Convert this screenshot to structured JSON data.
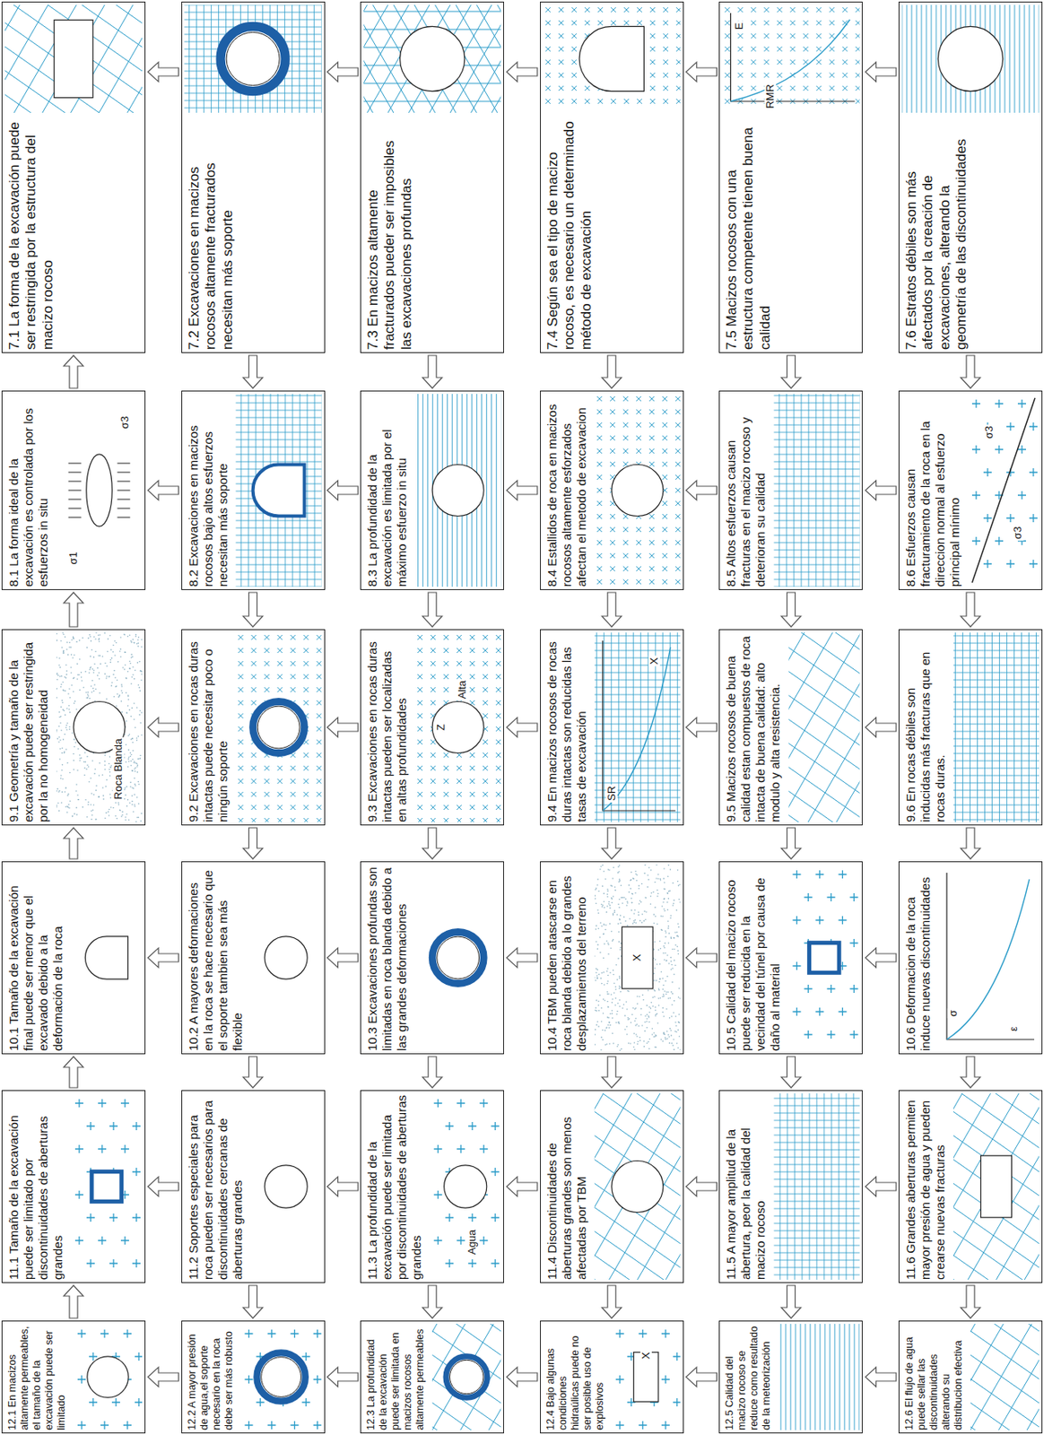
{
  "diagram": {
    "nodes": [
      {
        "text": [
          "7.1 La forma de la excavación puede ser restringida por la estructura del macizo rocoso"
        ]
      },
      {
        "text": [
          "7.2 Excavaciones en macizos rocosos altamente fracturados necesitan más soporte"
        ]
      },
      {
        "text": [
          "7.3 En macizos altamente fracturados pueder ser imposibles las excavaciones profundas"
        ]
      },
      {
        "text": [
          "7.4 Según sea el tipo de macizo rocoso, es necesario un determinado método de excavación"
        ]
      },
      {
        "text": [
          "7.5 Macizos rocosos con una estructura competente tienen buena calidad"
        ]
      },
      {
        "text": [
          "7.6 Estratos débiles son más afectados por la creación de excavaciones, alterando la geometría de las discontinuidades"
        ]
      },
      {
        "text": [
          "8.1 La forma ideal de la excavación es controlada por los esfuerzos in situ"
        ]
      },
      {
        "text": [
          "8.2 Excavaciones en macizos rocosos bajo altos esfuerzos necesitan más soporte"
        ]
      },
      {
        "text": [
          "8.3 La profundidad de la excavación es limitada por el máximo esfuerzo in situ"
        ]
      },
      {
        "text": [
          "8.4 Estallidos de roca en macizos rocosos altamente esforzados afectan el metodo de excavacion"
        ]
      },
      {
        "text": [
          "8.5 Altos esfuerzos causan fracturas en el macizo rocoso y deterioran su calidad"
        ]
      },
      {
        "text": [
          "8.6 Esfuerzos causan fracturamiento de la roca en la direccion normal al esfuerzo principal mínimo"
        ]
      },
      {
        "text": [
          "9.1 Geometría y tamaño de la excavación puede ser restringida por la no homogeneidad"
        ]
      },
      {
        "text": [
          "9.2 Excavaciones en rocas duras intactas puede necesitar poco o ningún soporte"
        ]
      },
      {
        "text": [
          "9.3 Excavaciones en rocas duras intactas pueden ser localizadas en altas profundidades"
        ]
      },
      {
        "text": [
          "9.4 En macizos rocosos de rocas duras intactas son reducidas las tasas de excavación"
        ]
      },
      {
        "text": [
          "9.5 Macizos rocosos de buena calidad estan compuestos de roca intacta de buena calidad: alto modulo y alta resistencia."
        ]
      },
      {
        "text": [
          "9.6 En rocas débiles son inducidas más fracturas que en rocas duras."
        ]
      },
      {
        "text": [
          "10.1 Tamaño de la excavación final puede ser menor que el excavado debido a la deformación de la roca"
        ]
      },
      {
        "text": [
          "10.2 A mayores deformaciones en la roca se hace necesario que el soporte tambien sea más flexible"
        ]
      },
      {
        "text": [
          "10.3 Excavaciones profundas son limitadas en roca blanda debido a las grandes deformaciones"
        ]
      },
      {
        "text": [
          "10.4 TBM pueden atascarse en roca blanda debido a lo grandes desplazamientos del terreno"
        ]
      },
      {
        "text": [
          "10.5 Calidad del macizo rocoso puede ser reducida en la vecindad del túnel por causa de daño al material"
        ]
      },
      {
        "text": [
          "10.6 Deformacion de la roca induce nuevas discontinuidades"
        ]
      },
      {
        "text": [
          "11.1 Tamaño de la excavación puede ser limitado por discontinuidades de aberturas grandes"
        ]
      },
      {
        "text": [
          "11.2 Soportes especiales para roca pueden ser necesarios para discontinuidades cercanas de aberturas grandes"
        ]
      },
      {
        "text": [
          "11.3 La profundidad de la excavación puede ser limitada por discontinuidades de aberturas grandes"
        ]
      },
      {
        "text": [
          "11.4 Discontinuidades de aberturas grandes son menos afectadas por TBM"
        ]
      },
      {
        "text": [
          "11.5 A mayor amplitud de la abertura, peor la calidad del macizo rocoso"
        ]
      },
      {
        "text": [
          "11.6 Grandes aberturas permiten mayor presión de agua y pueden crearse nuevas fracturas"
        ]
      },
      {
        "text": [
          "12.1 En macizos altamente permeables, el tamaño de la excavación puede ser limitado"
        ]
      },
      {
        "text": [
          "12.2 A mayor presión de agua,el soporte necesario en la roca debe ser más robusto"
        ]
      },
      {
        "text": [
          "12.3 La profundidad de la excavación puede ser limitada en macizos rocosos altamente permeables"
        ]
      },
      {
        "text": [
          "12.4 Bajo algunas condiciones hidraúlicas puede no ser posible uso de explosivos"
        ]
      },
      {
        "text": [
          "12.5 Calidad del macizo rocoso se reduce como resultado de la meteorización"
        ]
      },
      {
        "text": [
          "12.6 El flujo de agua puede sellar las discontinuidades alterando su distribucion efectiva"
        ]
      }
    ],
    "edges": [
      {
        "from": 1,
        "to": 0,
        "arrow": "to"
      },
      {
        "from": 2,
        "to": 1,
        "arrow": "to"
      },
      {
        "from": 3,
        "to": 2,
        "arrow": "to"
      },
      {
        "from": 4,
        "to": 3,
        "arrow": "to"
      },
      {
        "from": 5,
        "to": 4,
        "arrow": "to"
      },
      {
        "from": 7,
        "to": 6,
        "arrow": "to"
      },
      {
        "from": 8,
        "to": 7,
        "arrow": "to"
      },
      {
        "from": 9,
        "to": 8,
        "arrow": "to"
      },
      {
        "from": 10,
        "to": 9,
        "arrow": "to"
      },
      {
        "from": 11,
        "to": 10,
        "arrow": "to"
      },
      {
        "from": 13,
        "to": 12,
        "arrow": "to"
      },
      {
        "from": 14,
        "to": 13,
        "arrow": "to"
      },
      {
        "from": 15,
        "to": 14,
        "arrow": "to"
      },
      {
        "from": 16,
        "to": 15,
        "arrow": "to"
      },
      {
        "from": 17,
        "to": 16,
        "arrow": "to"
      },
      {
        "from": 19,
        "to": 18,
        "arrow": "to"
      },
      {
        "from": 20,
        "to": 19,
        "arrow": "to"
      },
      {
        "from": 21,
        "to": 20,
        "arrow": "to"
      },
      {
        "from": 22,
        "to": 21,
        "arrow": "to"
      },
      {
        "from": 23,
        "to": 22,
        "arrow": "to"
      },
      {
        "from": 25,
        "to": 24,
        "arrow": "to"
      },
      {
        "from": 26,
        "to": 25,
        "arrow": "to"
      },
      {
        "from": 27,
        "to": 26,
        "arrow": "to"
      },
      {
        "from": 28,
        "to": 27,
        "arrow": "to"
      },
      {
        "from": 29,
        "to": 28,
        "arrow": "to"
      },
      {
        "from": 31,
        "to": 30,
        "arrow": "to"
      },
      {
        "from": 32,
        "to": 31,
        "arrow": "to"
      },
      {
        "from": 33,
        "to": 32,
        "arrow": "to"
      },
      {
        "from": 34,
        "to": 33,
        "arrow": "to"
      },
      {
        "from": 35,
        "to": 34,
        "arrow": "to"
      },
      {
        "from": 6,
        "to": 0,
        "arrow": "to"
      },
      {
        "from": 12,
        "to": 6,
        "arrow": "to"
      },
      {
        "from": 18,
        "to": 12,
        "arrow": "to"
      },
      {
        "from": 24,
        "to": 18,
        "arrow": "to"
      },
      {
        "from": 30,
        "to": 24,
        "arrow": "to"
      },
      {
        "from": 1,
        "to": 7,
        "arrow": "to"
      },
      {
        "from": 7,
        "to": 13,
        "arrow": "to"
      },
      {
        "from": 13,
        "to": 19,
        "arrow": "to"
      },
      {
        "from": 19,
        "to": 25,
        "arrow": "to"
      },
      {
        "from": 25,
        "to": 31,
        "arrow": "to"
      },
      {
        "from": 2,
        "to": 8,
        "arrow": "to"
      },
      {
        "from": 8,
        "to": 14,
        "arrow": "to"
      },
      {
        "from": 14,
        "to": 20,
        "arrow": "to"
      },
      {
        "from": 20,
        "to": 26,
        "arrow": "to"
      },
      {
        "from": 26,
        "to": 32,
        "arrow": "to"
      },
      {
        "from": 3,
        "to": 9,
        "arrow": "to"
      },
      {
        "from": 9,
        "to": 15,
        "arrow": "to"
      },
      {
        "from": 15,
        "to": 21,
        "arrow": "to"
      },
      {
        "from": 21,
        "to": 27,
        "arrow": "to"
      },
      {
        "from": 27,
        "to": 33,
        "arrow": "to"
      },
      {
        "from": 4,
        "to": 10,
        "arrow": "to"
      },
      {
        "from": 10,
        "to": 16,
        "arrow": "to"
      },
      {
        "from": 16,
        "to": 22,
        "arrow": "to"
      },
      {
        "from": 22,
        "to": 28,
        "arrow": "to"
      },
      {
        "from": 28,
        "to": 34,
        "arrow": "to"
      },
      {
        "from": 5,
        "to": 11,
        "arrow": "to"
      },
      {
        "from": 11,
        "to": 17,
        "arrow": "to"
      },
      {
        "from": 17,
        "to": 23,
        "arrow": "to"
      },
      {
        "from": 23,
        "to": 29,
        "arrow": "to"
      },
      {
        "from": 29,
        "to": 35,
        "arrow": "to"
      }
    ],
    "labels": [
      "E",
      "RMR",
      "σ3",
      "σ1",
      "σ3",
      "σ3",
      "Roca Blanda",
      "Alta",
      "Z",
      "SR",
      "X",
      "X",
      "σ",
      "ε",
      "Agua",
      "X"
    ]
  }
}
